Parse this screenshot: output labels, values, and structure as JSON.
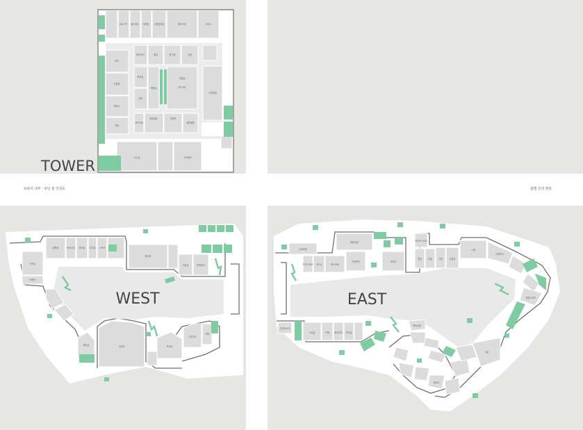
{
  "colors": {
    "page_bg": "#ffffff",
    "panel_bg": "#e6e6e5",
    "floor": "#ffffff",
    "shop": "#dcdcdc",
    "shop_stroke": "#ffffff",
    "wall": "#6e6e6e",
    "corridor": "#e9e9e9",
    "accent": "#7fcba2"
  },
  "zones": {
    "tower": "TOWER",
    "west": "WEST",
    "east": "EAST"
  },
  "captions": {
    "left": "브로셔 내부 · 모던 층 안내도",
    "right": "층별 안내 정보"
  },
  "labels": {
    "t1": "크로스핏",
    "t2": "헬스케어",
    "t3": "커피랩",
    "t4": "세븐일레븐",
    "t5": "올리브영",
    "t6": "다이소",
    "t7": "약국",
    "t8": "안경원",
    "t9": "세탁소",
    "t10": "카페",
    "t11": "베이커리",
    "t12": "꽃집",
    "t13": "문구점",
    "t14": "서점",
    "t15": "편의점",
    "t16": "은행",
    "t17": "미용실",
    "t18": "네일샵",
    "t19": "푸드코트",
    "t20": "키즈카페",
    "t21": "의류매장",
    "t22": "아울렛",
    "t23": "생활용품",
    "t24": "가전매장",
    "t25": "수선실",
    "t26": "고객센터",
    "w1": "키즈존",
    "w2": "잡화점",
    "w3": "액세서리",
    "w4": "뷰티샵",
    "w5": "캐주얼",
    "w6": "스포츠",
    "w7": "플라워",
    "w8": "리빙샵",
    "w9": "문화센터",
    "w10": "디저트",
    "w11": "화장실",
    "w12": "포토존",
    "w13": "스튜디오",
    "w14": "카페",
    "w15": "라운지",
    "e1": "슈퍼마켓",
    "e2": "드럭스토어",
    "e3": "가드닝",
    "e4": "레스토랑",
    "e5": "패밀리샵",
    "e6": "키친웨어",
    "e7": "브런치",
    "e8": "라이프스타일",
    "e9": "펫샵",
    "e10": "신발",
    "e11": "가방",
    "e12": "주얼리",
    "e13": "시계",
    "e14": "이벤트홀",
    "e15": "팝업스토어",
    "e16": "안내데스크",
    "e17": "수유실",
    "e18": "카페",
    "e19": "베이커리",
    "e20": "와인샵",
    "e21": "그릴",
    "e22": "헤어살롱",
    "e23": "갤러리"
  }
}
